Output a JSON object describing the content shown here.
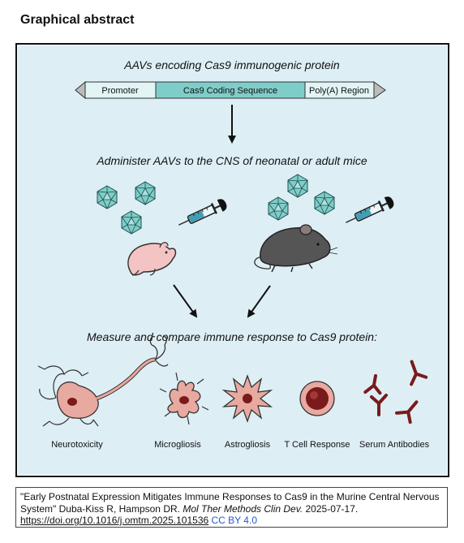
{
  "title": "Graphical abstract",
  "diagram": {
    "heading": "AAVs encoding Cas9 immunogenic protein",
    "construct": {
      "promoter": "Promoter",
      "coding": "Cas9 Coding Sequence",
      "polya": "Poly(A) Region"
    },
    "step2": "Administer AAVs to the CNS of neonatal or adult mice",
    "step3": "Measure and compare immune response to Cas9 protein:",
    "outcomes": [
      "Neurotoxicity",
      "Microgliosis",
      "Astrogliosis",
      "T Cell Response",
      "Serum Antibodies"
    ],
    "colors": {
      "panel_bg": "#deeef5",
      "virus": "#7fcdc9",
      "cell": "#e8a9a0",
      "nucleus": "#7a1a1a",
      "antibody": "#7a1a1a",
      "mouse": "#555555",
      "pup": "#f4c3c3"
    }
  },
  "citation": {
    "quote": "\"Early Postnatal Expression Mitigates Immune Responses to Cas9 in the Murine Central Nervous System\" Duba-Kiss R, Hampson DR.",
    "journal": "Mol Ther Methods Clin Dev.",
    "date": "2025-07-17.",
    "doi": "https://doi.org/10.1016/j.omtm.2025.101536",
    "license": "CC BY 4.0"
  }
}
